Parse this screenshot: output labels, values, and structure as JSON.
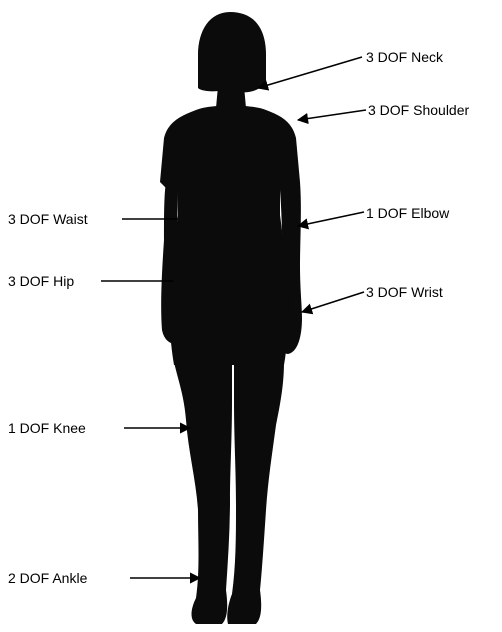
{
  "diagram": {
    "labels": {
      "neck": "3 DOF Neck",
      "shoulder": "3 DOF Shoulder",
      "elbow": "1 DOF Elbow",
      "wrist": "3 DOF Wrist",
      "waist": "3 DOF Waist",
      "hip": "3 DOF Hip",
      "knee": "1 DOF Knee",
      "ankle": "2 DOF Ankle"
    },
    "colors": {
      "silhouette": "#0b0b0b",
      "line": "#000000",
      "background": "#ffffff"
    }
  }
}
